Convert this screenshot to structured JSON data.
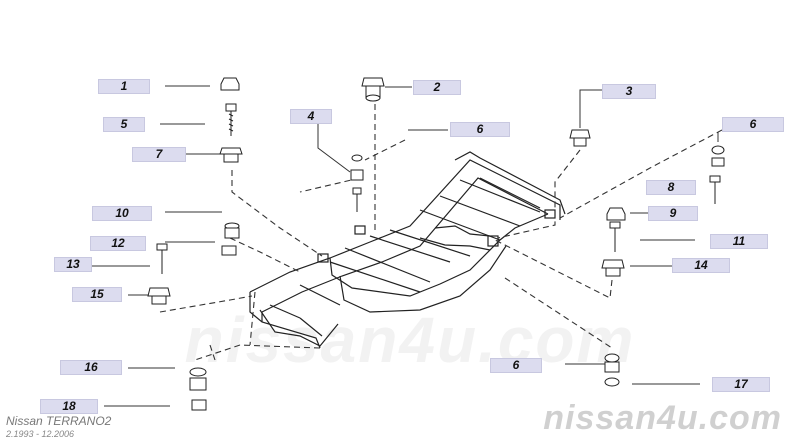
{
  "diagram": {
    "model": "Nissan TERRANO2",
    "years": "2.1993 - 12.2006",
    "watermark_center": "nissan4u.com",
    "watermark_brand": "nissan4u.com",
    "callouts": [
      "1",
      "2",
      "3",
      "4",
      "5",
      "6",
      "6",
      "6",
      "7",
      "8",
      "9",
      "10",
      "11",
      "12",
      "13",
      "14",
      "15",
      "16",
      "17",
      "18"
    ]
  }
}
